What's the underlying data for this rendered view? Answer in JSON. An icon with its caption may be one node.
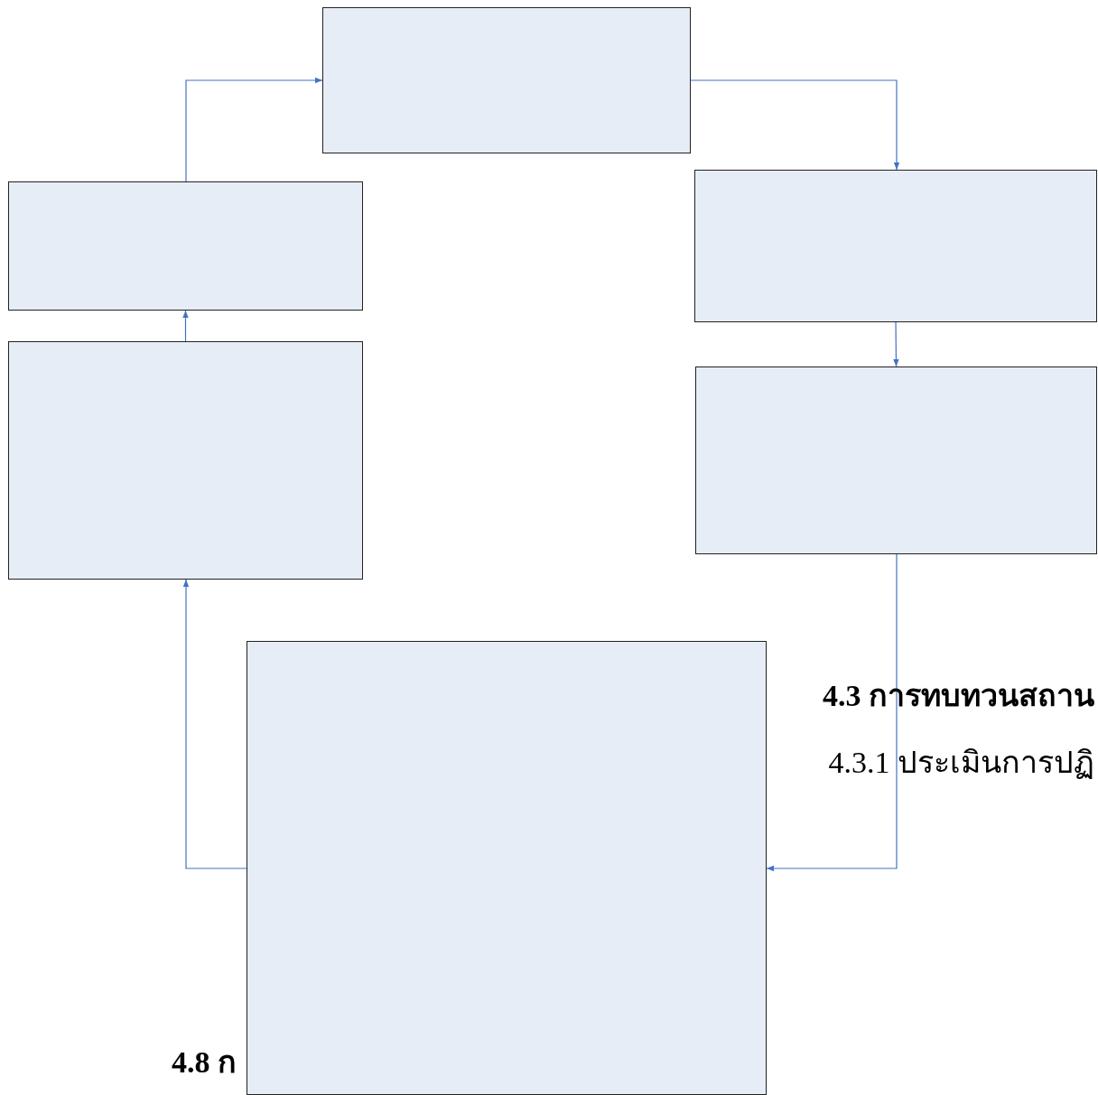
{
  "diagram": {
    "nodes": [
      {
        "text": [],
        "shape": "box"
      },
      {
        "text": [],
        "shape": "box"
      },
      {
        "text": [],
        "shape": "box"
      },
      {
        "text": [],
        "shape": "box"
      },
      {
        "text": [],
        "shape": "box"
      },
      {
        "text": [],
        "shape": "box"
      }
    ],
    "edges": [
      {
        "from": 1,
        "to": 0,
        "arrow": "to"
      },
      {
        "from": 0,
        "to": 3,
        "arrow": "to"
      },
      {
        "from": 3,
        "to": 4,
        "arrow": "to"
      },
      {
        "from": 4,
        "to": 5,
        "arrow": "to"
      },
      {
        "from": 5,
        "to": 2,
        "arrow": "to"
      },
      {
        "from": 2,
        "to": 1,
        "arrow": "to"
      }
    ],
    "labels": [
      "4.3 การทบทวนสถาน",
      "4.3.1 ประเมินการปฏิ",
      "4.8 ก"
    ]
  }
}
